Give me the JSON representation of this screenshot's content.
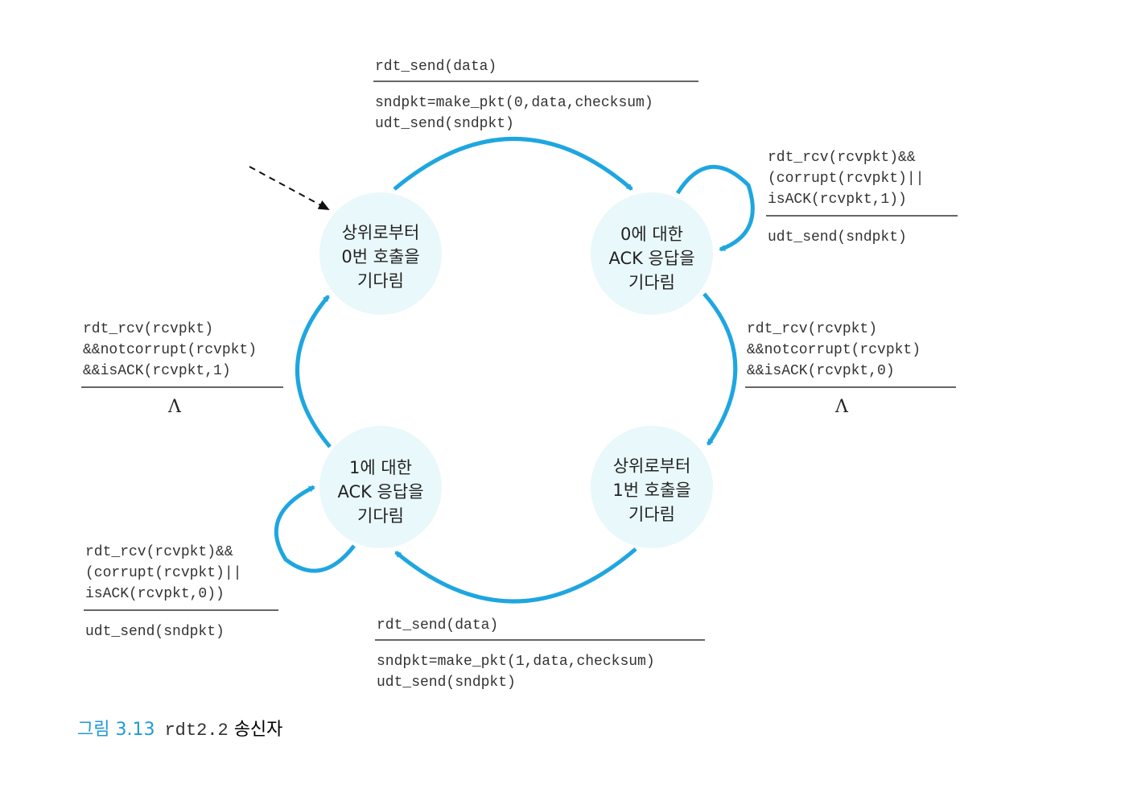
{
  "states": [
    {
      "lines": [
        "상위로부터",
        "0번 호출을",
        "기다림"
      ]
    },
    {
      "lines": [
        "0에 대한",
        "ACK 응답을",
        "기다림"
      ]
    },
    {
      "lines": [
        "상위로부터",
        "1번 호출을",
        "기다림"
      ]
    },
    {
      "lines": [
        "1에 대한",
        "ACK 응답을",
        "기다림"
      ]
    }
  ],
  "transitions": {
    "top": {
      "event": "rdt_send(data)",
      "actions": [
        "sndpkt=make_pkt(0,data,checksum)",
        "udt_send(sndpkt)"
      ]
    },
    "self_right": {
      "event": [
        "rdt_rcv(rcvpkt)&&",
        "(corrupt(rcvpkt)||",
        "isACK(rcvpkt,1))"
      ],
      "actions": [
        "udt_send(sndpkt)"
      ]
    },
    "right": {
      "event": [
        "rdt_rcv(rcvpkt)",
        "&&notcorrupt(rcvpkt)",
        "&&isACK(rcvpkt,0)"
      ],
      "action": "Λ"
    },
    "bottom": {
      "event": "rdt_send(data)",
      "actions": [
        "sndpkt=make_pkt(1,data,checksum)",
        "udt_send(sndpkt)"
      ]
    },
    "self_left": {
      "event": [
        "rdt_rcv(rcvpkt)&&",
        "(corrupt(rcvpkt)||",
        "isACK(rcvpkt,0))"
      ],
      "actions": [
        "udt_send(sndpkt)"
      ]
    },
    "left": {
      "event": [
        "rdt_rcv(rcvpkt)",
        "&&notcorrupt(rcvpkt)",
        "&&isACK(rcvpkt,1)"
      ],
      "action": "Λ"
    }
  },
  "caption": {
    "number": "그림 3.13",
    "code": "rdt2.2",
    "text": "송신자"
  },
  "colors": {
    "arrow": "#1ea6e0",
    "state_fill": "#e9f8fa"
  }
}
